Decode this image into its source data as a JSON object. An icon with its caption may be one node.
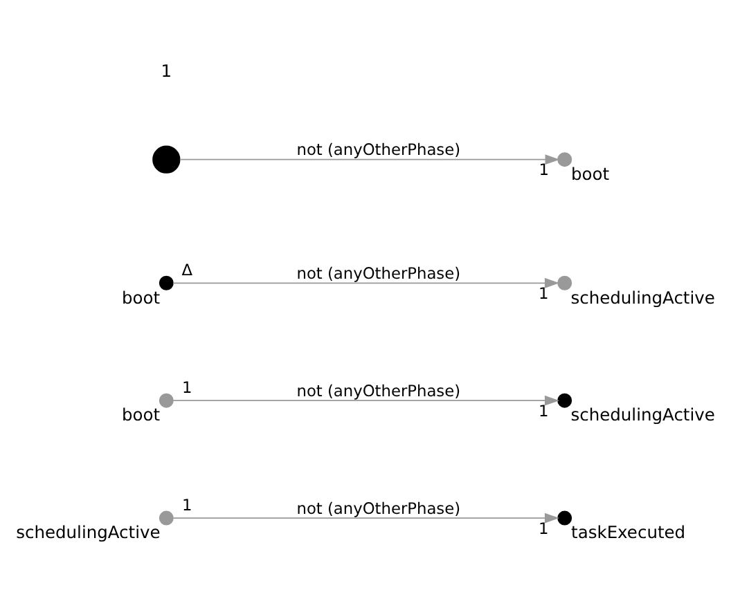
{
  "diagram": {
    "nodes": [
      {
        "text": [],
        "shape": "circle"
      },
      {
        "text": [
          "boot"
        ],
        "beside": [
          "1"
        ]
      },
      {
        "text": [
          "boot"
        ],
        "beside": [
          "Δ"
        ]
      },
      {
        "text": [
          "schedulingActive"
        ],
        "beside": [
          "1"
        ]
      },
      {
        "text": [
          "boot"
        ],
        "beside": [
          "1"
        ]
      },
      {
        "text": [
          "schedulingActive"
        ],
        "beside": [
          "1"
        ]
      },
      {
        "text": [
          "schedulingActive"
        ],
        "beside": [
          "1"
        ]
      },
      {
        "text": [
          "taskExecuted"
        ],
        "beside": [
          "1"
        ]
      }
    ],
    "edges": [
      {
        "from": 0,
        "to": 1,
        "arrow": "to",
        "label": "not (anyOtherPhase)"
      },
      {
        "from": 2,
        "to": 3,
        "arrow": "to",
        "label": "not (anyOtherPhase)"
      },
      {
        "from": 4,
        "to": 5,
        "arrow": "to",
        "label": "not (anyOtherPhase)"
      },
      {
        "from": 6,
        "to": 7,
        "arrow": "to",
        "label": "not (anyOtherPhase)"
      }
    ],
    "labels": [
      "1"
    ]
  }
}
